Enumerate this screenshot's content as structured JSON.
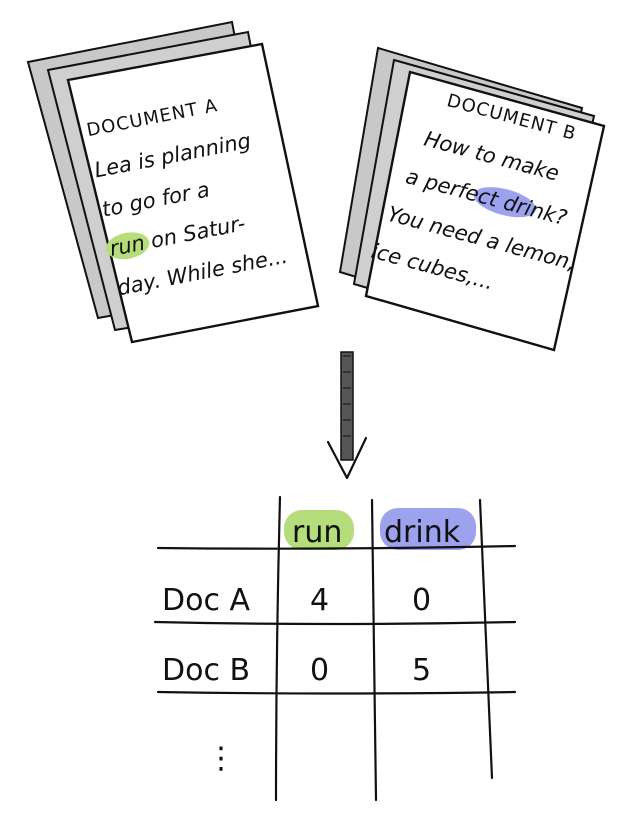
{
  "document_a": {
    "title": "DOCUMENT A",
    "lines": [
      "Lea is planning",
      "to go for a",
      "run on Satur-",
      "day. While she..."
    ],
    "highlight_word": "run"
  },
  "document_b": {
    "title": "DOCUMENT B",
    "lines": [
      "How to make",
      "a perfect drink?",
      "You need a lemon,",
      "ice cubes,..."
    ],
    "highlight_word": "drink"
  },
  "table": {
    "columns": [
      "run",
      "drink"
    ],
    "rows": [
      {
        "label": "Doc A",
        "values": [
          "4",
          "0"
        ]
      },
      {
        "label": "Doc B",
        "values": [
          "0",
          "5"
        ]
      }
    ],
    "ellipsis": "⋮"
  },
  "colors": {
    "ink": "#111111",
    "shadow_sheet": "#c8c8c8",
    "highlight_run": "#b5dd7c",
    "highlight_drink": "#9da2ee"
  },
  "icons": [
    "down-arrow-icon"
  ]
}
